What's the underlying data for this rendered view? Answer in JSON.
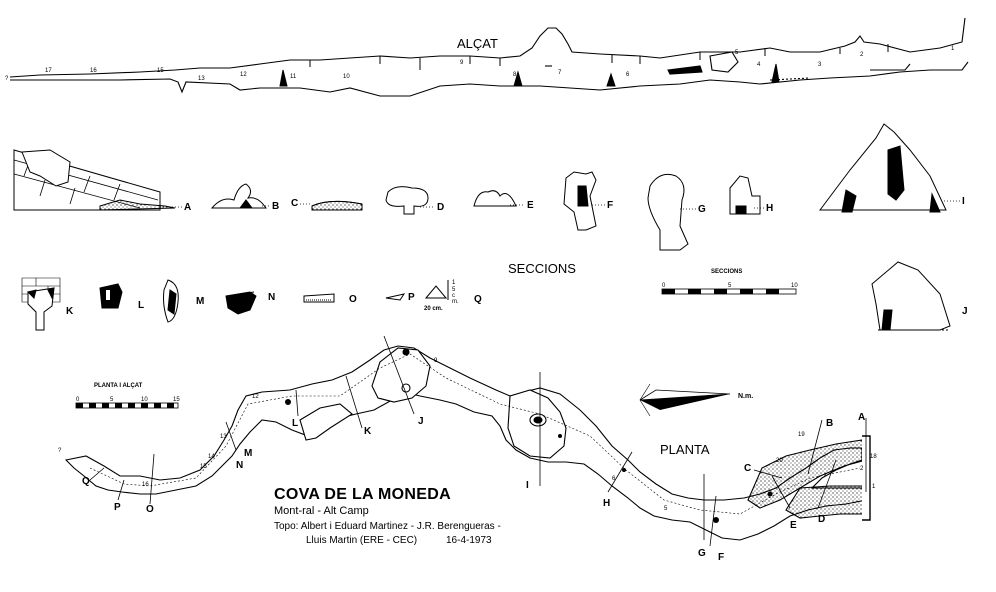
{
  "profile_label": "ALÇAT",
  "sections_label": "SECCIONS",
  "plan_label": "PLANTA",
  "north_label": "N.m.",
  "section_letters": [
    "A",
    "B",
    "C",
    "D",
    "E",
    "F",
    "G",
    "H",
    "I",
    "J",
    "K",
    "L",
    "M",
    "N",
    "O",
    "P",
    "Q"
  ],
  "scale_sections": {
    "title": "SECCIONS",
    "ticks": [
      "0",
      "5",
      "10"
    ]
  },
  "scale_plan": {
    "title": "PLANTA I ALÇAT",
    "ticks": [
      "0",
      "5",
      "10",
      "15"
    ]
  },
  "small_scale": {
    "numbers": [
      "1",
      "5",
      "c",
      "m."
    ],
    "caption": "20 cm."
  },
  "profile_stations": [
    "?",
    "17",
    "16",
    "15",
    "13",
    "12",
    "11",
    "10",
    "9",
    "8",
    "7",
    "6",
    "5",
    "4",
    "3",
    "2",
    "1"
  ],
  "plan_stations": [
    "?",
    "1",
    "2",
    "5",
    "6",
    "9",
    "12",
    "13",
    "14",
    "15",
    "16",
    "18",
    "19",
    "20"
  ],
  "title": "COVA DE LA MONEDA",
  "subtitle": "Mont-ral - Alt Camp",
  "credits_line1": "Topo: Albert i Eduard Martinez - J.R. Berengueras -",
  "credits_line2": "Lluis Martin  (ERE - CEC)",
  "date": "16-4-1973"
}
